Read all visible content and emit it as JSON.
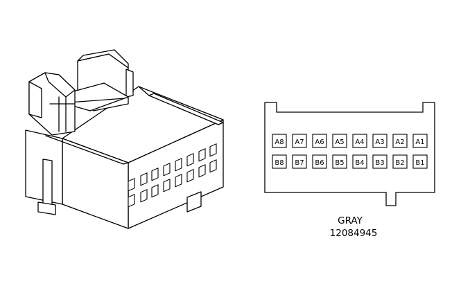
{
  "connector": {
    "color_label": "GRAY",
    "part_number": "12084945",
    "row_a": [
      "A8",
      "A7",
      "A6",
      "A5",
      "A4",
      "A3",
      "A2",
      "A1"
    ],
    "row_b": [
      "B8",
      "B7",
      "B6",
      "B5",
      "B4",
      "B3",
      "B2",
      "B1"
    ]
  },
  "colors": {
    "line": "#000000",
    "background": "#ffffff"
  }
}
